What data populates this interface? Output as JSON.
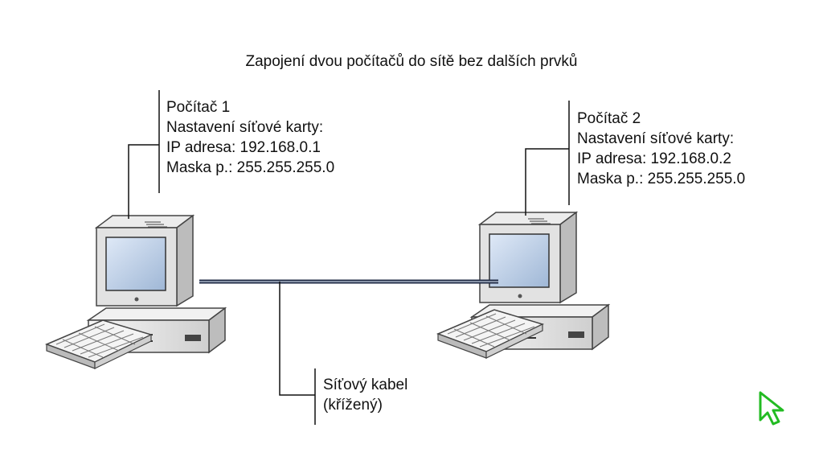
{
  "diagram": {
    "title": "Zapojení dvou počítačů do sítě bez dalších prvků",
    "computer1": {
      "name": "Počítač 1",
      "settings_heading": "Nastavení síťové karty:",
      "ip_line": "IP adresa: 192.168.0.1",
      "mask_line": "Maska p.: 255.255.255.0"
    },
    "computer2": {
      "name": "Počítač 2",
      "settings_heading": "Nastavení síťové karty:",
      "ip_line": "IP adresa: 192.168.0.2",
      "mask_line": "Maska p.: 255.255.255.0"
    },
    "cable": {
      "line1": "Síťový kabel",
      "line2": "(křížený)"
    }
  },
  "colors": {
    "cable": "#1f2a44",
    "screen": "#b9cde6",
    "case": "#e8e8e8",
    "cursor": "#22bb22"
  },
  "icons": [
    "computer-icon",
    "keyboard-icon",
    "cursor-icon"
  ]
}
